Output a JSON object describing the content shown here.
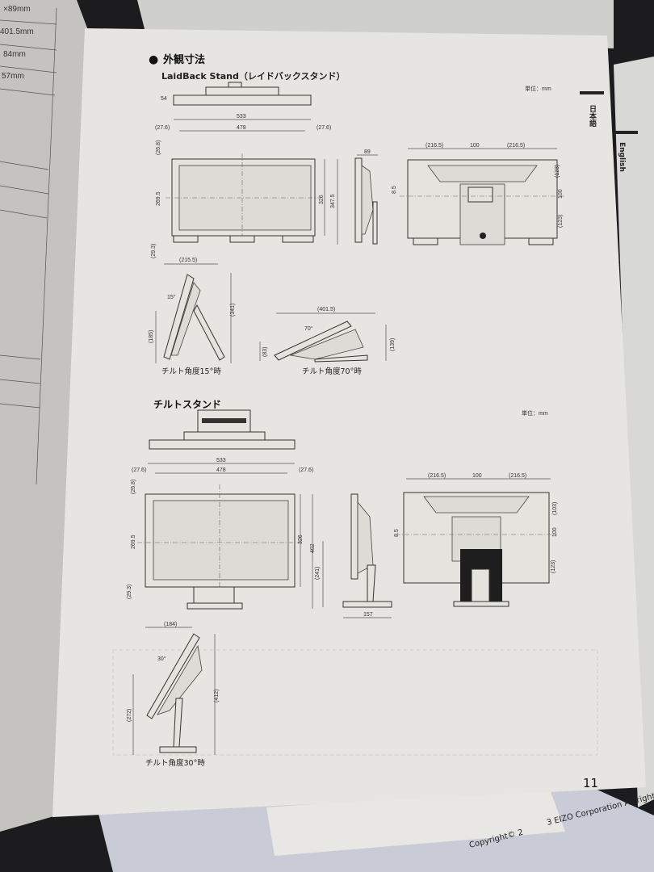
{
  "left_page": {
    "rows": [
      "×89mm",
      "401.5mm",
      "84mm",
      "57mm"
    ]
  },
  "heading": {
    "bullet": "●",
    "title": "外観寸法"
  },
  "laidback": {
    "subtitle": "LaidBack Stand（レイドバックスタンド）",
    "unit": "単位：mm",
    "top_view": {
      "depth": "54"
    },
    "front": {
      "width": "533",
      "screen_width": "478",
      "bezel_left": "(27.6)",
      "bezel_right": "(27.6)",
      "bezel_top": "(26.8)",
      "screen_height": "269.5",
      "height": "326",
      "total_height": "347.5",
      "bottom": "(29.3)"
    },
    "side": {
      "depth": "89"
    },
    "back": {
      "left": "(216.5)",
      "center": "100",
      "right": "(216.5)",
      "top": "(123)",
      "vesa": "100",
      "bottom": "(123)",
      "offset": "8.5"
    },
    "tilt15": {
      "depth": "(215.5)",
      "angle": "15°",
      "low": "(185)",
      "height": "(341)",
      "caption": "チルト角度15°時"
    },
    "tilt70": {
      "depth": "(401.5)",
      "angle": "70°",
      "low": "(83)",
      "height": "(139)",
      "caption": "チルト角度70°時"
    }
  },
  "tilt_stand": {
    "title": "チルトスタンド",
    "unit": "単位：mm",
    "front": {
      "width": "533",
      "screen_width": "478",
      "bezel_left": "(27.6)",
      "bezel_right": "(27.6)",
      "bezel_top": "(26.8)",
      "screen_height": "269.5",
      "height": "326",
      "total_height": "402",
      "bottom": "(29.3)"
    },
    "side": {
      "low": "(241)",
      "base_depth": "157"
    },
    "back": {
      "left": "(216.5)",
      "center": "100",
      "right": "(216.5)",
      "top": "(103)",
      "vesa": "100",
      "bottom": "(123)",
      "offset": "8.5"
    },
    "tilt30": {
      "depth": "(184)",
      "angle": "30°",
      "low": "(272)",
      "height": "(412)",
      "caption": "チルト角度30°時"
    }
  },
  "side_tabs": {
    "japanese": "日本語",
    "english": "English"
  },
  "page_number": "11",
  "footer": {
    "copyright_left": "Copyright© 2",
    "copyright_right": "3 EIZO Corporation All rights re"
  }
}
